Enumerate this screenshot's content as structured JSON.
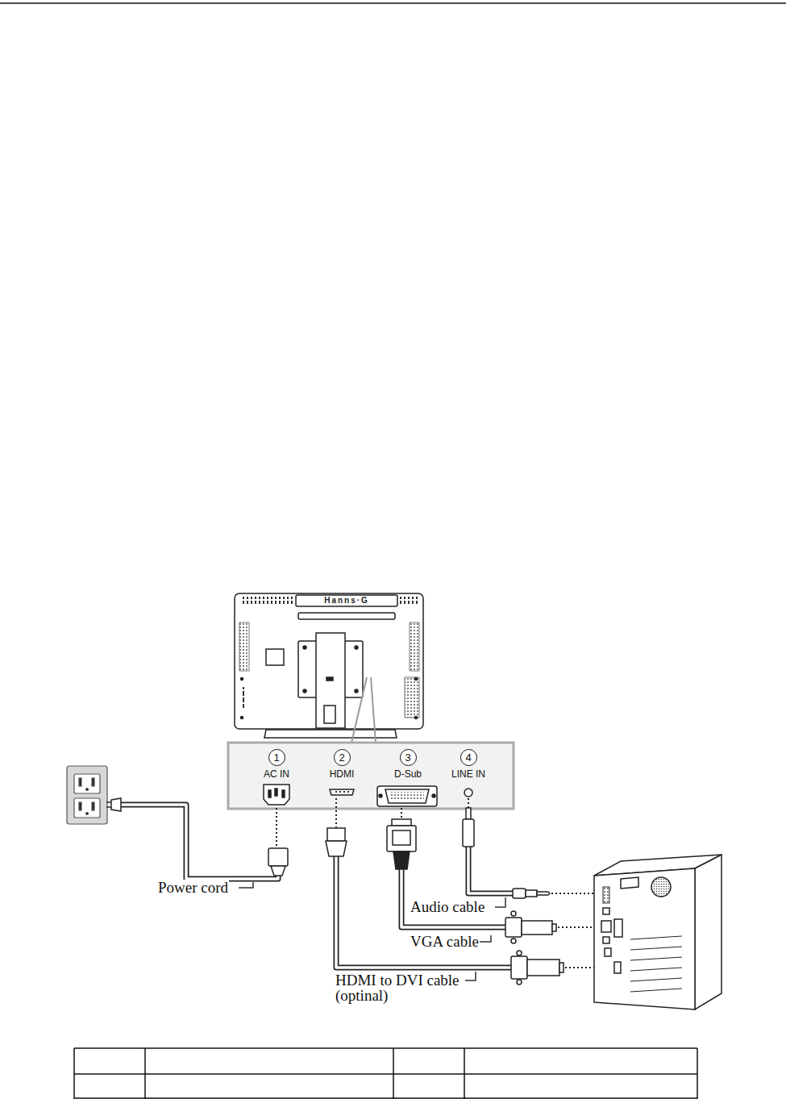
{
  "diagram": {
    "nodes": [
      {
        "text": [
          "1"
        ]
      },
      {
        "text": [
          "2"
        ]
      },
      {
        "text": [
          "3"
        ]
      },
      {
        "text": [
          "4"
        ]
      }
    ],
    "labels": [
      "Hanns·G",
      "AC IN",
      "HDMI",
      "D-Sub",
      "LINE IN",
      "Power cord",
      "Audio cable",
      "VGA cable",
      "HDMI to DVI cable (optinal)"
    ]
  }
}
